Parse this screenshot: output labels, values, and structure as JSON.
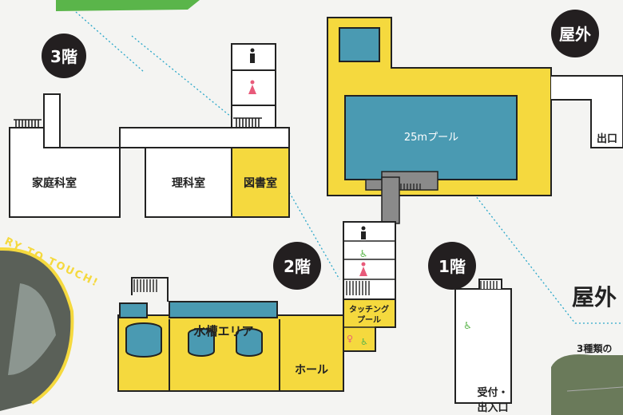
{
  "floors": {
    "f3": {
      "badge": "3階",
      "rooms": {
        "home_ec": "家庭科室",
        "science": "理科室",
        "library": "図書室"
      }
    },
    "f2": {
      "badge": "2階",
      "rooms": {
        "tank_area": "水槽エリア",
        "hall": "ホール",
        "touching_pool_l1": "タッチング",
        "touching_pool_l2": "プール"
      }
    },
    "f1": {
      "badge": "1階",
      "rooms": {
        "reception_l1": "受付・",
        "reception_l2": "出入口"
      }
    },
    "outdoor": {
      "badge": "屋外",
      "rooms": {
        "pool_25m": "25mプール",
        "exit": "出口"
      }
    }
  },
  "side_panel": {
    "heading": "屋外",
    "caption": "3種類の",
    "try_to_touch": "RY TO TOUCH!"
  },
  "colors": {
    "yellow": "#f5d93e",
    "water": "#4a9ab2",
    "badge": "#231f20",
    "green_accent": "#5ab54a",
    "pink_icon": "#e85a7a"
  }
}
